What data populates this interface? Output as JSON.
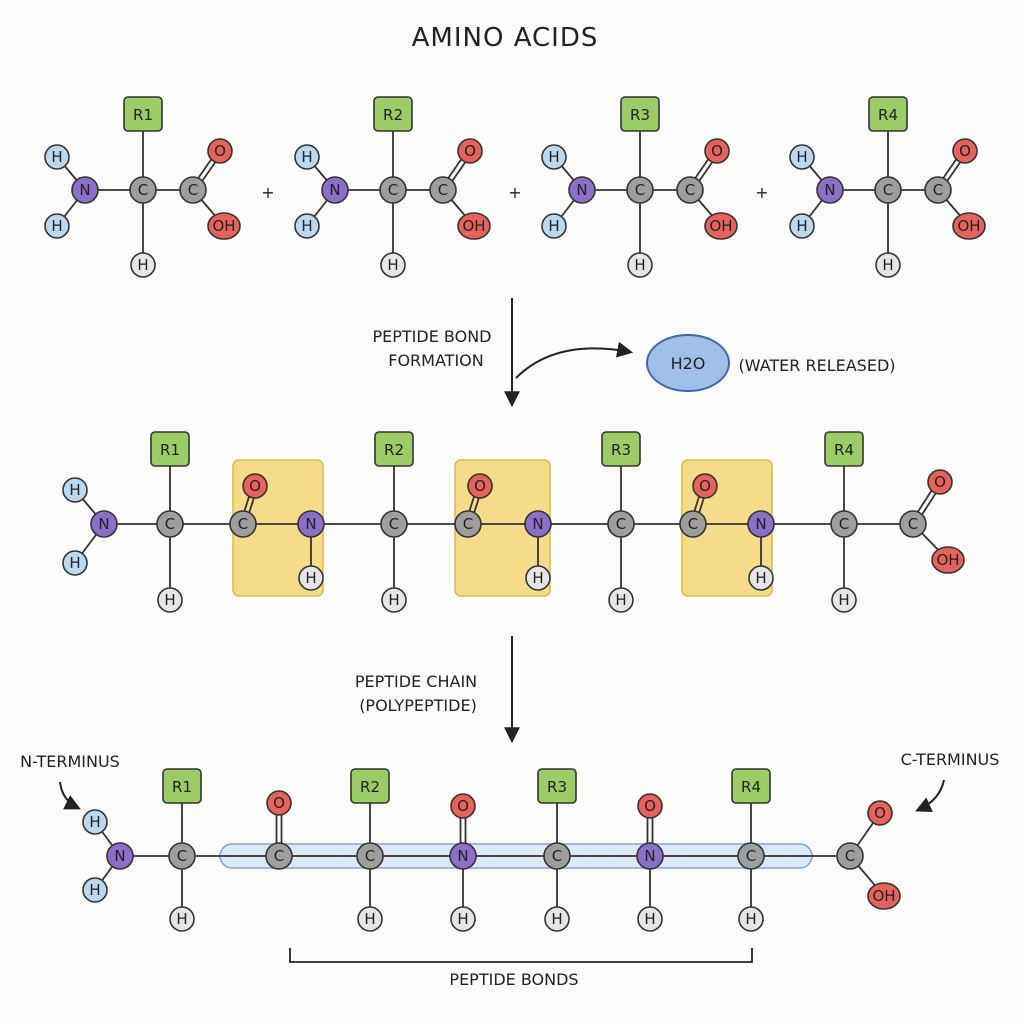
{
  "title": "AMINO ACIDS",
  "plus_sign": "+",
  "amino_acids": [
    {
      "r_group": "R1"
    },
    {
      "r_group": "R2"
    },
    {
      "r_group": "R3"
    },
    {
      "r_group": "R4"
    }
  ],
  "atoms": {
    "H": "H",
    "N": "N",
    "C": "C",
    "O": "O",
    "OH": "OH"
  },
  "step1": {
    "label_line1": "PEPTIDE BOND",
    "label_line2": "FORMATION"
  },
  "water": {
    "formula": "H2O",
    "label": "(WATER RELEASED)"
  },
  "step2": {
    "label_line1": "PEPTIDE CHAIN",
    "label_line2": "(POLYPEPTIDE)"
  },
  "n_terminus": "N-TERMINUS",
  "c_terminus": "C-TERMINUS",
  "peptide_bonds_label": "PEPTIDE BONDS",
  "colors": {
    "r_group": "#9ccc65",
    "hydrogen_amine": "#bcd8ee",
    "hydrogen_backbone": "#e6e6e6",
    "nitrogen": "#8b6fc8",
    "carbon": "#9e9e9e",
    "oxygen": "#e8625c",
    "water": "#9fbfe8",
    "peptide_highlight": "#f6dc8a",
    "chain_highlight": "#cfe0f3"
  }
}
